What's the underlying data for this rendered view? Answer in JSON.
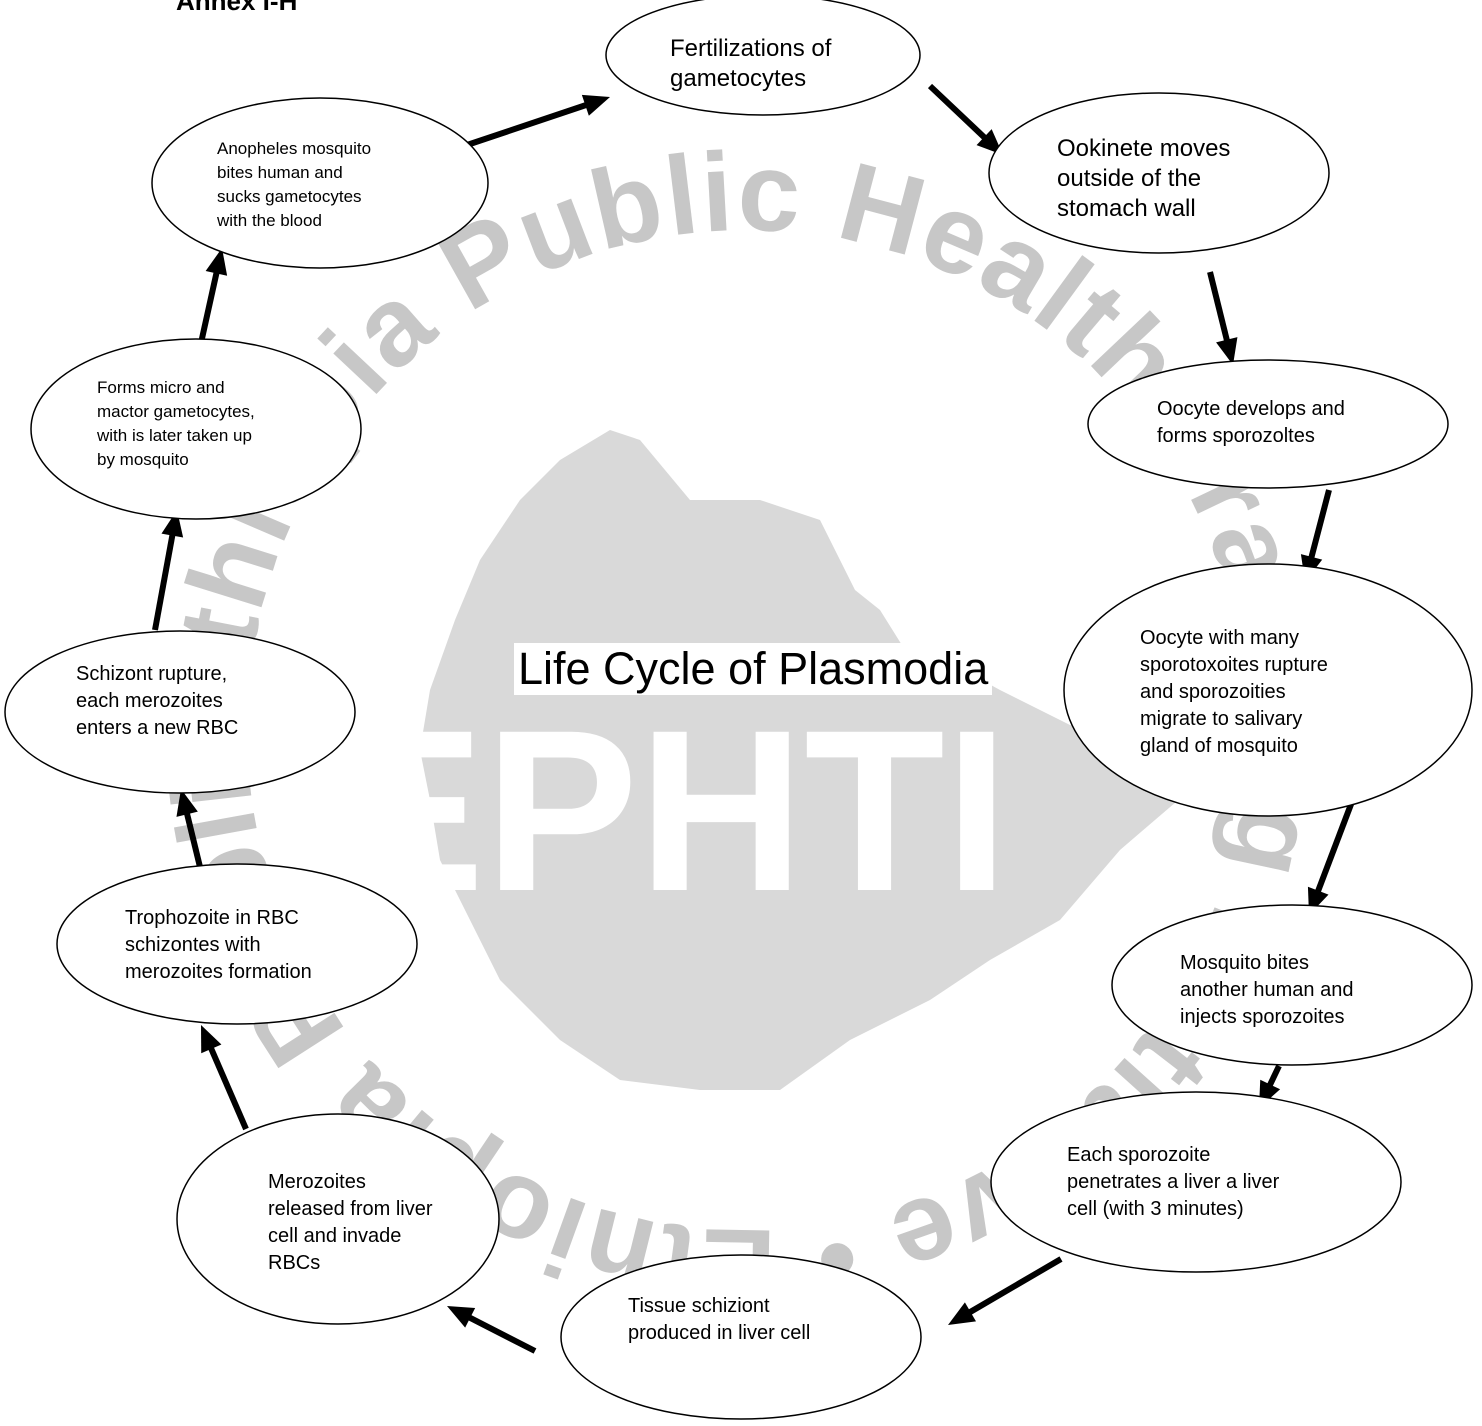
{
  "header": {
    "annex": "Annex I-H"
  },
  "diagram": {
    "title": "Life Cycle of Plasmodia",
    "watermark_arc_text": "Ethiopia Public Health Training Initiative • Ethiopia Public Health Training Initiative",
    "watermark_center_text": "EPHTI",
    "colors": {
      "watermark": "#c7c7c7",
      "watermark_map": "#d9d9d9",
      "stroke": "#000000",
      "arrow": "#000000"
    },
    "stages": [
      {
        "id": "fertilization",
        "lines": [
          "Fertilizations of",
          "gametocytes"
        ]
      },
      {
        "id": "ookinete",
        "lines": [
          "Ookinete moves",
          "outside of the",
          "stomach wall"
        ]
      },
      {
        "id": "oocyte-develops",
        "lines": [
          "Oocyte develops and",
          "forms sporozoltes"
        ]
      },
      {
        "id": "oocyte-rupture",
        "lines": [
          "Oocyte with many",
          "sporotoxoites rupture",
          "and sporozoities",
          "migrate to salivary",
          "gland of mosquito"
        ]
      },
      {
        "id": "mosquito-bites",
        "lines": [
          "Mosquito bites",
          "another human and",
          "injects sporozoites"
        ]
      },
      {
        "id": "sporozoite-liver",
        "lines": [
          "Each sporozoite",
          "penetrates a liver a liver",
          "cell (with 3 minutes)"
        ]
      },
      {
        "id": "tissue-schizont",
        "lines": [
          "Tissue schiziont",
          "produced in liver cell"
        ]
      },
      {
        "id": "merozoites-released",
        "lines": [
          "Merozoites",
          "released from liver",
          "cell and invade",
          "RBCs"
        ]
      },
      {
        "id": "trophozoite",
        "lines": [
          "Trophozoite in RBC",
          "schizontes with",
          "merozoites formation"
        ]
      },
      {
        "id": "schizont-rupture",
        "lines": [
          "Schizont rupture,",
          "each merozoites",
          "enters a new RBC"
        ]
      },
      {
        "id": "gametocytes",
        "lines": [
          "Forms micro and",
          "mactor gametocytes,",
          "with is later taken up",
          "by mosquito"
        ]
      },
      {
        "id": "anopheles-bites",
        "lines": [
          "Anopheles mosquito",
          "bites human and",
          "sucks gametocytes",
          "with the blood"
        ]
      }
    ]
  }
}
